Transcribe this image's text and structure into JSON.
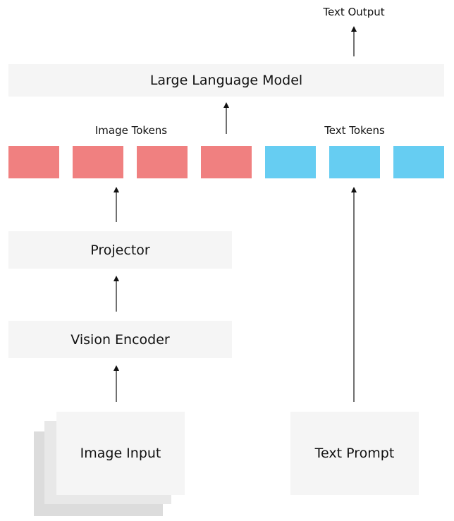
{
  "output_label": "Text Output",
  "llm_label": "Large Language Model",
  "image_tokens_label": "Image Tokens",
  "text_tokens_label": "Text Tokens",
  "projector_label": "Projector",
  "vision_encoder_label": "Vision Encoder",
  "image_input_label": "Image Input",
  "text_prompt_label": "Text Prompt",
  "tokens": {
    "image_count": 4,
    "text_count": 3,
    "image_color": "#f08080",
    "text_color": "#66cdf2"
  },
  "colors": {
    "box_fill": "#f5f5f5",
    "stack_back": "#dcdcdc",
    "stack_mid": "#e8e8e8",
    "arrow": "#111111"
  }
}
